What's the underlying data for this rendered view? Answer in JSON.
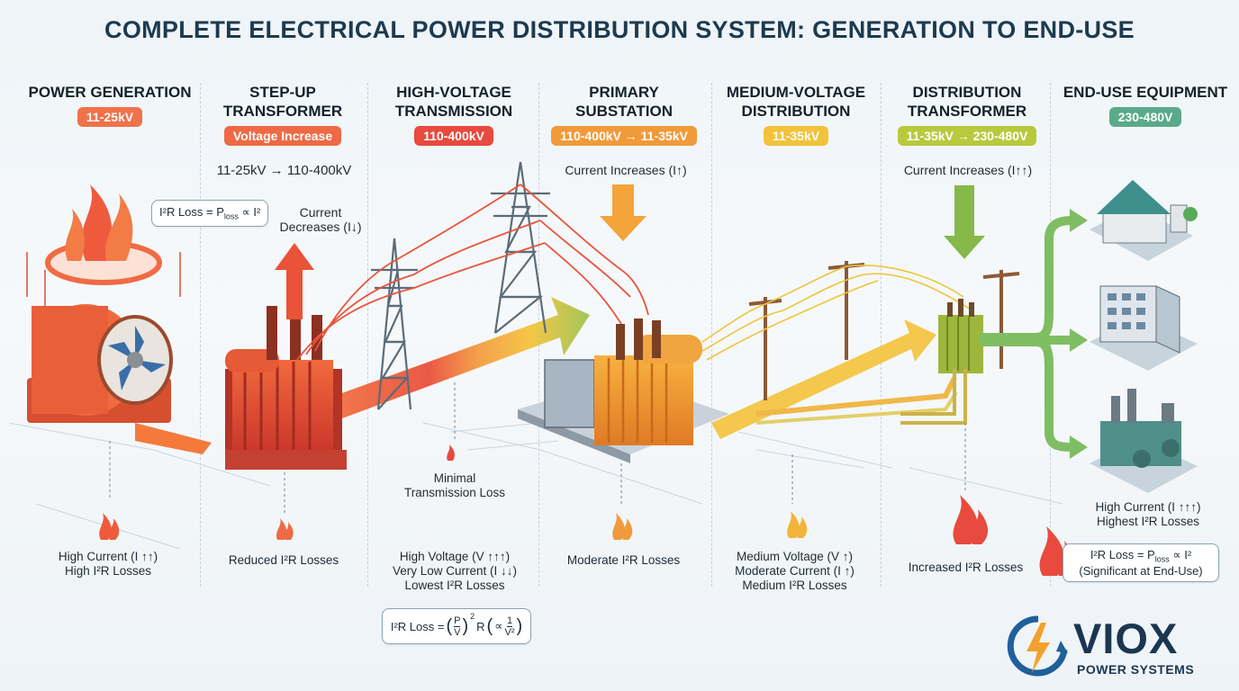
{
  "title": "COMPLETE ELECTRICAL POWER DISTRIBUTION SYSTEM: GENERATION TO END-USE",
  "stages": [
    {
      "name": "POWER GENERATION",
      "badge": "11-25kV",
      "badge_color": "#f0724a",
      "loss": "High Current (I ↑↑)\nHigh I²R Losses"
    },
    {
      "name": "STEP-UP TRANSFORMER",
      "badge": "Voltage Increase",
      "badge_color": "#ee6a45",
      "note": "11-25kV → 110-400kV",
      "loss": "Reduced I²R Losses"
    },
    {
      "name": "HIGH-VOLTAGE TRANSMISSION",
      "badge": "110-400kV",
      "badge_color": "#e84a3d",
      "loss": "Minimal\nTransmission Loss"
    },
    {
      "name": "PRIMARY SUBSTATION",
      "badge": "110-400kV → 11-35kV",
      "badge_color": "#f19a3a",
      "note": "Current Increases (I↑)",
      "loss": "Moderate I²R Losses"
    },
    {
      "name": "MEDIUM-VOLTAGE DISTRIBUTION",
      "badge": "11-35kV",
      "badge_color": "#f2c23a",
      "loss": "Medium Voltage (V ↑)\nModerate Current (I ↑)\nMedium I²R Losses"
    },
    {
      "name": "DISTRIBUTION TRANSFORMER",
      "badge": "11-35kV → 230-480V",
      "badge_color": "#b8c93e",
      "note": "Current Increases (I↑↑)",
      "loss": "Increased I²R Losses"
    },
    {
      "name": "END-USE EQUIPMENT",
      "badge": "230-480V",
      "badge_color": "#5aaa8a",
      "loss": "High Current (I ↑↑↑)\nHighest I²R Losses"
    }
  ],
  "generation_bubble": "I²R Loss = P",
  "generation_bubble_tail": " ∝ I²",
  "loss_subscript": "loss",
  "current_decreases": "Current\nDecreases (I↓)",
  "transmission_summary": "High Voltage (V ↑↑↑)\nVery Low Current (I ↓↓)\nLowest I²R Losses",
  "formula_prefix": "I²R Loss = ",
  "formula_p": "P",
  "formula_v": "V",
  "formula_exp": "2",
  "formula_r": "R",
  "formula_prop": "∝",
  "formula_one": "1",
  "formula_v2": "V²",
  "enduse_bubble_line1": "I²R Loss = P",
  "enduse_bubble_line1_tail": " ∝ I²",
  "enduse_bubble_line2": "(Significant at End-Use)",
  "logo": {
    "name": "VIOX",
    "sub": "POWER SYSTEMS"
  },
  "colors": {
    "orange": "#f0724a",
    "red": "#e84a3d",
    "amber": "#f19a3a",
    "yellow": "#f2c23a",
    "lime": "#b8c93e",
    "green": "#5aaa8a",
    "navy": "#1b3650"
  }
}
